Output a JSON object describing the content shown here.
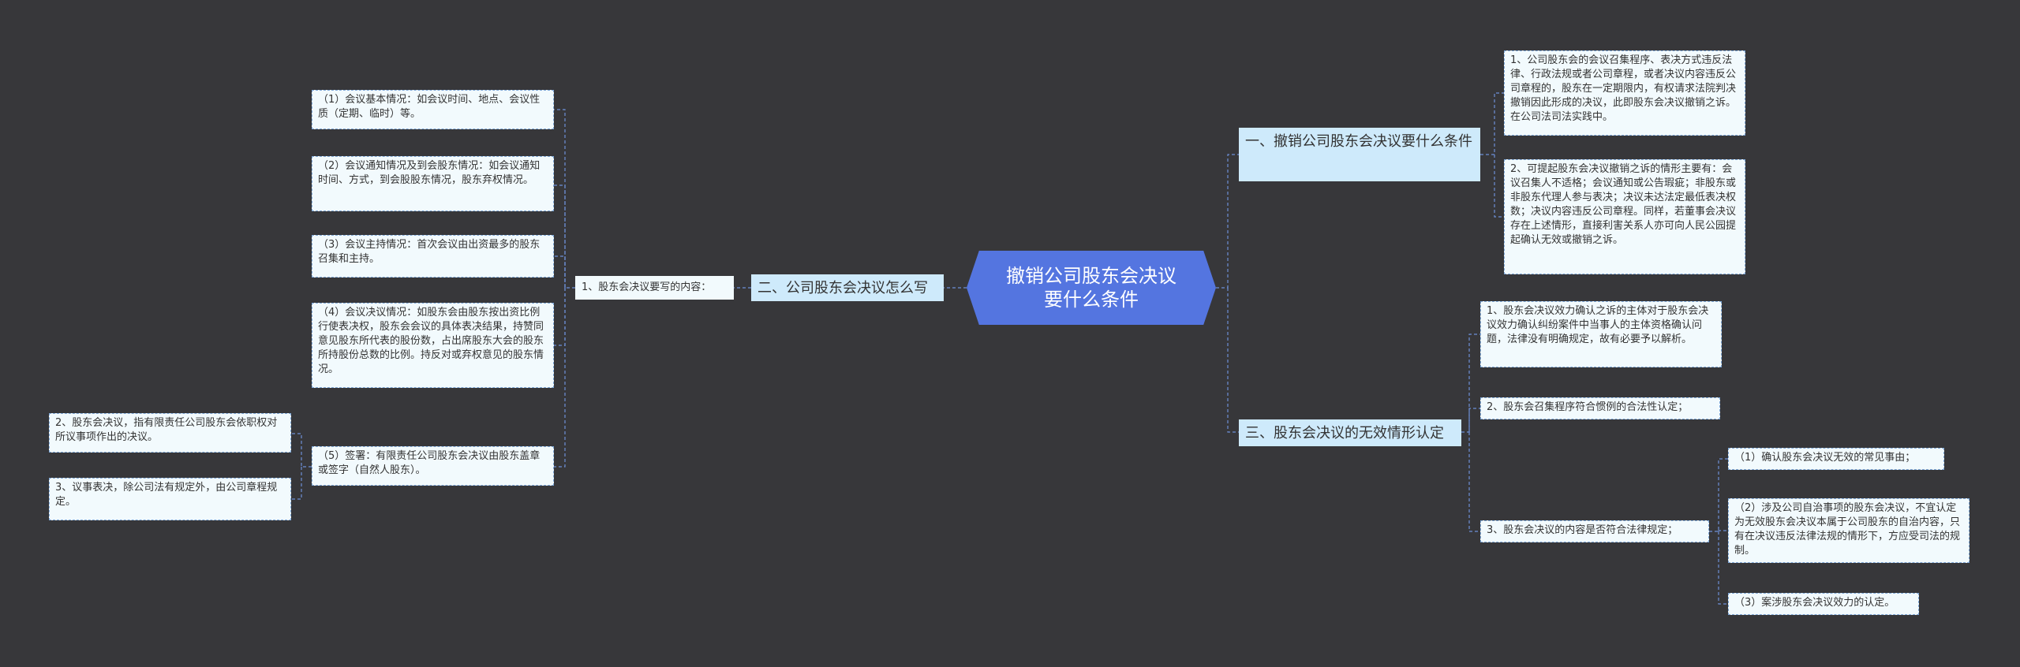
{
  "root": "撤销公司股东会决议要什么条件",
  "right": {
    "branch1": {
      "label": "一、撤销公司股东会决议要什么条件",
      "items": [
        "1、公司股东会的会议召集程序、表决方式违反法律、行政法规或者公司章程，或者决议内容违反公司章程的，股东在一定期限内，有权请求法院判决撤销因此形成的决议，此即股东会决议撤销之诉。在公司法司法实践中。",
        "2、可提起股东会决议撤销之诉的情形主要有：会议召集人不适格；会议通知或公告瑕疵；非股东或非股东代理人参与表决；决议未达法定最低表决权数；决议内容违反公司章程。同样，若董事会决议存在上述情形，直接利害关系人亦可向人民公园提起确认无效或撤销之诉。"
      ]
    },
    "branch3": {
      "label": "三、股东会决议的无效情形认定",
      "items": [
        "1、股东会决议效力确认之诉的主体对于股东会决议效力确认纠纷案件中当事人的主体资格确认问题，法律没有明确规定，故有必要予以解析。",
        "2、股东会召集程序符合惯例的合法性认定；",
        "3、股东会决议的内容是否符合法律规定；"
      ],
      "sub": [
        "（1）确认股东会决议无效的常见事由；",
        "（2）涉及公司自治事项的股东会决议，不宜认定为无效股东会决议本属于公司股东的自治内容，只有在决议违反法律法规的情形下，方应受司法的规制。",
        "（3）案涉股东会决议效力的认定。"
      ]
    }
  },
  "left": {
    "branch2": {
      "label": "二、公司股东会决议怎么写",
      "mid": "1、股东会决议要写的内容：",
      "items": [
        "（1）会议基本情况：如会议时间、地点、会议性质（定期、临时）等。",
        "（2）会议通知情况及到会股东情况：如会议通知时间、方式，到会股股东情况，股东弃权情况。",
        "（3）会议主持情况：首次会议由出资最多的股东召集和主持。",
        "（4）会议决议情况：如股东会由股东按出资比例行使表决权，股东会会议的具体表决结果，持赞同意见股东所代表的股份数，占出席股东大会的股东所持股份总数的比例。持反对或弃权意见的股东情况。",
        "（5）签署：有限责任公司股东会决议由股东盖章或签字（自然人股东）。"
      ],
      "sub": [
        "2、股东会决议，指有限责任公司股东会依职权对所议事项作出的决议。",
        "3、议事表决，除公司法有规定外，由公司章程规定。"
      ]
    }
  }
}
